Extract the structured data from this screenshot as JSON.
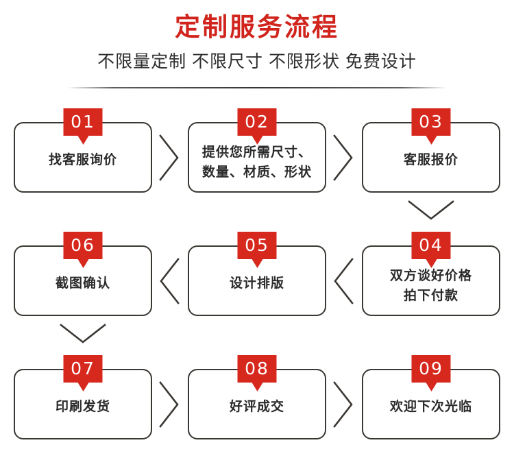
{
  "header": {
    "title": "定制服务流程",
    "subtitle": "不限量定制  不限尺寸  不限形状  免费设计",
    "title_color": "#d0241c",
    "subtitle_color": "#2e2e2e"
  },
  "theme": {
    "badge_color": "#d7281e",
    "box_border_color": "#3b3733",
    "text_color": "#2b2b2b",
    "background": "#ffffff"
  },
  "steps": [
    {
      "number": "01",
      "label": "找客服询价"
    },
    {
      "number": "02",
      "label": "提供您所需尺寸、\n数量、材质、形状"
    },
    {
      "number": "03",
      "label": "客服报价"
    },
    {
      "number": "04",
      "label": "双方谈好价格\n拍下付款"
    },
    {
      "number": "05",
      "label": "设计排版"
    },
    {
      "number": "06",
      "label": "截图确认"
    },
    {
      "number": "07",
      "label": "印刷发货"
    },
    {
      "number": "08",
      "label": "好评成交"
    },
    {
      "number": "09",
      "label": "欢迎下次光临"
    }
  ],
  "connectors": [
    {
      "name": "connector-01-to-02",
      "direction": "right"
    },
    {
      "name": "connector-02-to-03",
      "direction": "right"
    },
    {
      "name": "connector-03-to-04",
      "direction": "down"
    },
    {
      "name": "connector-04-to-05",
      "direction": "left"
    },
    {
      "name": "connector-05-to-06",
      "direction": "left"
    },
    {
      "name": "connector-06-to-07",
      "direction": "down"
    },
    {
      "name": "connector-07-to-08",
      "direction": "right"
    },
    {
      "name": "connector-08-to-09",
      "direction": "right"
    }
  ]
}
